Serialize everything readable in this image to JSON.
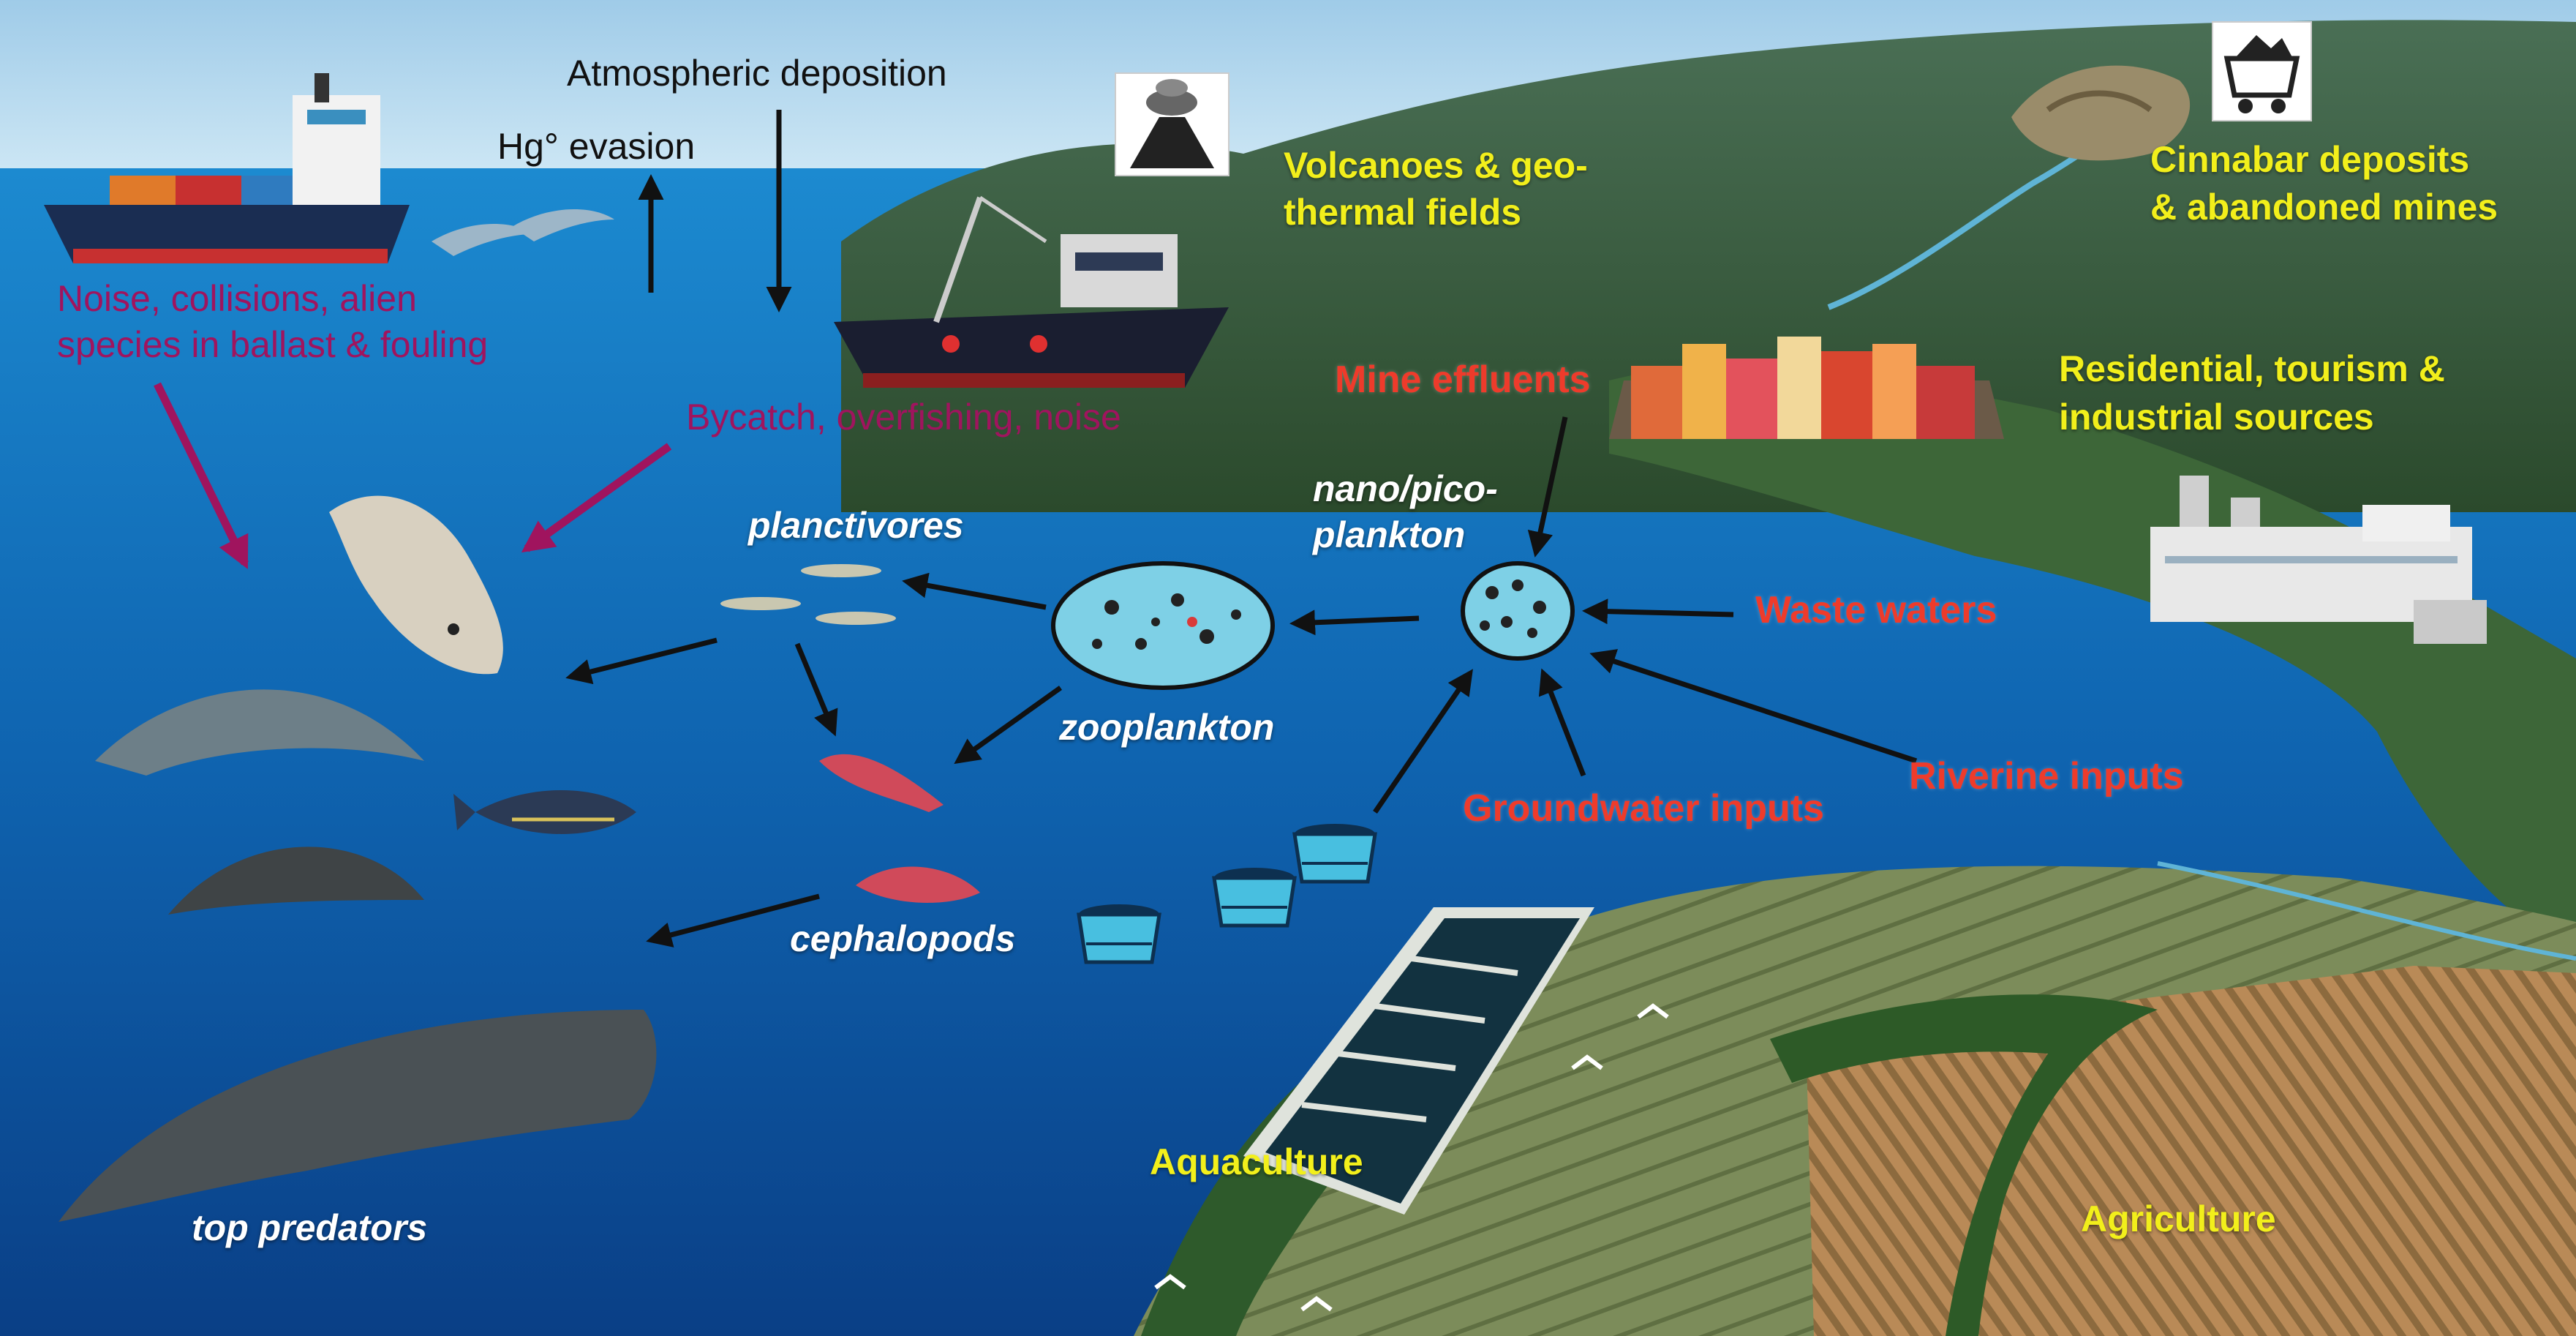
{
  "labels": {
    "atmospheric_deposition": "Atmospheric deposition",
    "hg_evasion": "Hg° evasion",
    "ship_impacts_line1": "Noise, collisions, alien",
    "ship_impacts_line2": "species in ballast & fouling",
    "fishing_impacts": "Bycatch, overfishing, noise",
    "volcanoes_line1": "Volcanoes & geo-",
    "volcanoes_line2": "thermal fields",
    "cinnabar_line1": "Cinnabar deposits",
    "cinnabar_line2": "& abandoned mines",
    "residential_line1": "Residential, tourism &",
    "residential_line2": "industrial sources",
    "mine_effluents": "Mine effluents",
    "waste_waters": "Waste waters",
    "riverine_inputs": "Riverine inputs",
    "groundwater_inputs": "Groundwater inputs",
    "nano_pico_line1": "nano/pico-",
    "nano_pico_line2": "plankton",
    "zooplankton": "zooplankton",
    "planctivores": "planctivores",
    "cephalopods": "cephalopods",
    "top_predators": "top predators",
    "aquaculture": "Aquaculture",
    "agriculture": "Agriculture"
  },
  "colors": {
    "sea_deep": "#0b4f9c",
    "sea_light": "#1f8fd3",
    "land_green": "#2f5a2a",
    "sky": "#c9e4f4",
    "pollution_label": "#ee3b2b",
    "source_label": "#f2ef1b",
    "impact_label": "#a0145e",
    "impact_arrow": "#a0145e",
    "flow_arrow": "#111111"
  },
  "icons": [
    "container-ship",
    "fishing-boat",
    "dolphins-icon",
    "volcano-icon",
    "mine-cart-icon",
    "cinnabar-rock",
    "coastal-town",
    "factory",
    "aquaculture-cage-icon",
    "plankton-cell",
    "seal",
    "dolphin",
    "tuna",
    "pilot-whale",
    "sperm-whale",
    "squid",
    "anchovy"
  ]
}
